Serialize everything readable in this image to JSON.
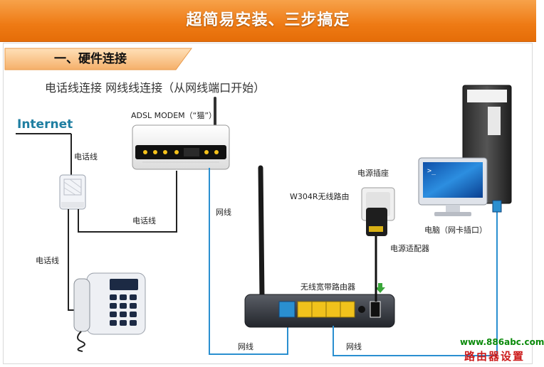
{
  "banner": {
    "title": "超简易安装、三步搞定"
  },
  "section": {
    "label": "一、硬件连接"
  },
  "subtitle": "电话线连接  网线线连接（从网线端口开始）",
  "labels": {
    "internet": "Internet",
    "phone_line_top": "电话线",
    "phone_line_mid": "电话线",
    "phone_line_left": "电话线",
    "modem": "ADSL MODEM（“猫”）",
    "network_cable_modem": "网线",
    "router_name": "W304R无线路由",
    "power_socket": "电源插座",
    "power_adapter": "电源适配器",
    "computer": "电脑（网卡插口）",
    "wireless_router": "无线宽带路由器",
    "network_cable_bottom_left": "网线",
    "network_cable_bottom_right": "网线"
  },
  "watermark": {
    "url": "www.886abc.com",
    "name": "路由器设置"
  },
  "colors": {
    "banner": "#ee7a14",
    "cable": "#2a8fd0",
    "internet": "#1e7ea1"
  }
}
